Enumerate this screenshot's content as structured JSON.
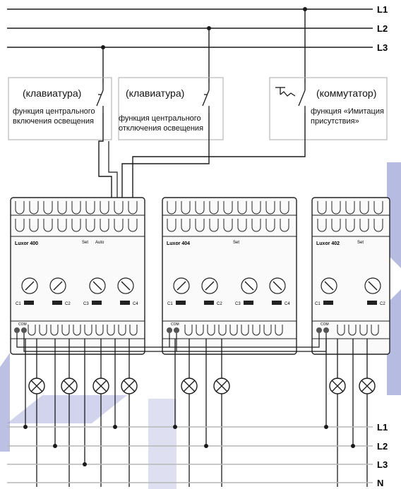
{
  "lines_top": [
    "L1",
    "L2",
    "L3"
  ],
  "lines_bottom": [
    "L1",
    "L2",
    "L3",
    "N"
  ],
  "control_boxes": [
    {
      "title": "(клавиатура)",
      "lines": [
        "функция центрального",
        "включения освещения"
      ]
    },
    {
      "title": "(клавиатура)",
      "lines": [
        "функция центрального",
        "отключения освещения"
      ]
    },
    {
      "title": "(коммутатор)",
      "lines": [
        "функция «Имитация",
        "присутствия»"
      ]
    }
  ],
  "modules": [
    {
      "name": "Luxor 400",
      "tag": "Set",
      "extra": "Auto",
      "channels": [
        "C1",
        "C2",
        "C3",
        "C4"
      ]
    },
    {
      "name": "Luxor 404",
      "tag": "Set",
      "channels": [
        "C1",
        "C2",
        "C3",
        "C4"
      ]
    },
    {
      "name": "Luxor 402",
      "tag": "Set",
      "channels": [
        "C1",
        "C2"
      ]
    }
  ],
  "com_label": "COM",
  "colors": {
    "line": "#1a1a1a",
    "accent": "#7a84c8",
    "box_border": "#a8a8a8",
    "module_border": "#222222"
  }
}
